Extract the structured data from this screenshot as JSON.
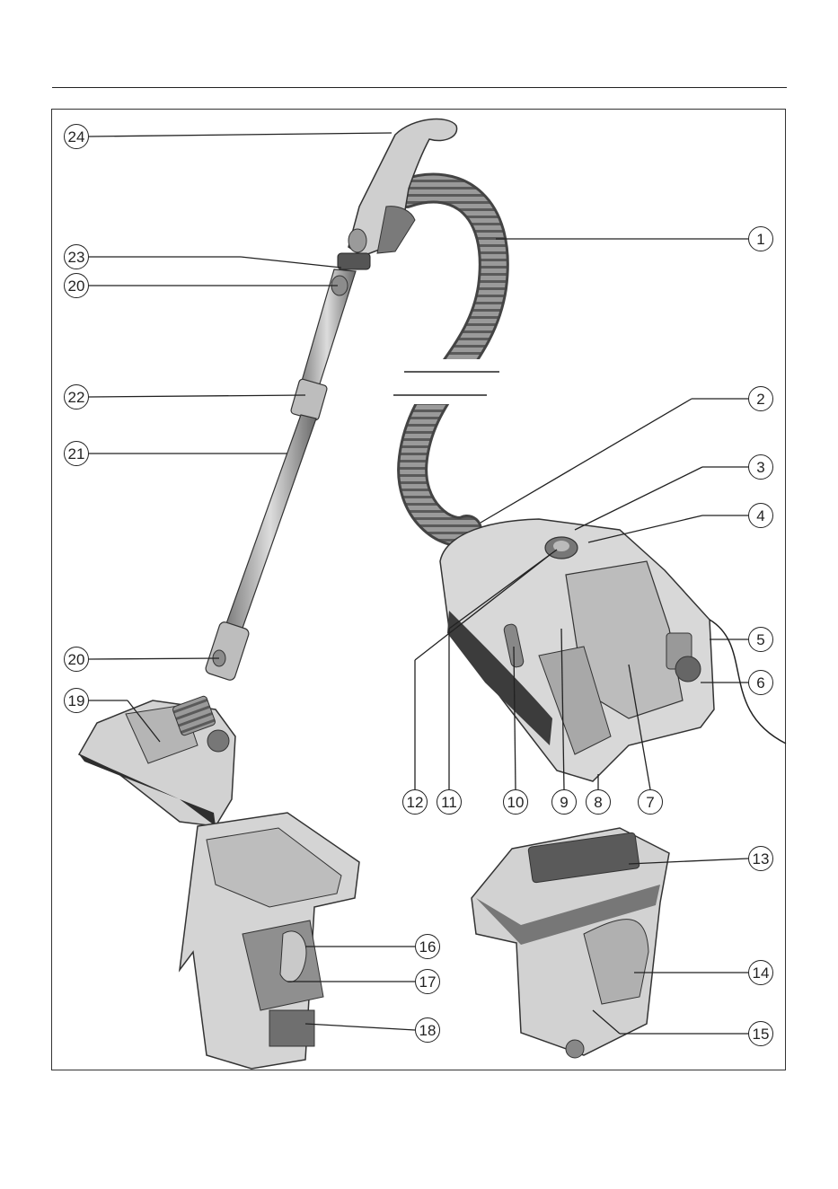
{
  "callouts": {
    "c1": "1",
    "c2": "2",
    "c3": "3",
    "c4": "4",
    "c5": "5",
    "c6": "6",
    "c7": "7",
    "c8": "8",
    "c9": "9",
    "c10": "10",
    "c11": "11",
    "c12": "12",
    "c13": "13",
    "c14": "14",
    "c15": "15",
    "c16": "16",
    "c17": "17",
    "c18": "18",
    "c19": "19",
    "c20a": "20",
    "c20b": "20",
    "c21": "21",
    "c22": "22",
    "c23": "23",
    "c24": "24"
  },
  "colors": {
    "line": "#222222",
    "body": "#d8d8d8",
    "shade": "#a9a9a9",
    "dark": "#4a4a4a"
  }
}
